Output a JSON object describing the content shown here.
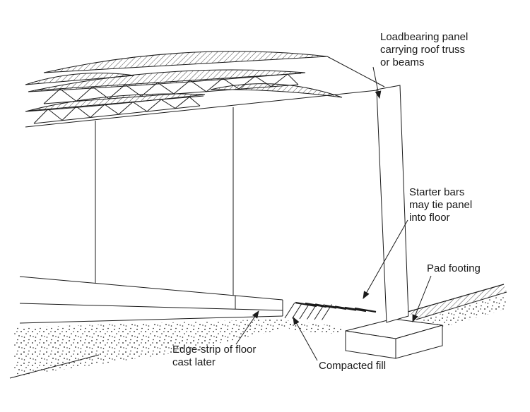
{
  "figure": {
    "background": "#ffffff",
    "ink": "#1a1a1a"
  },
  "labels": {
    "loadbearing": {
      "line1": "Loadbearing panel",
      "line2": "carrying roof truss",
      "line3": "or beams"
    },
    "starter_bars": {
      "line1": "Starter bars",
      "line2": "may tie panel",
      "line3": "into floor"
    },
    "pad_footing": {
      "text": "Pad footing"
    },
    "edge_strip": {
      "line1": "Edge-strip of floor",
      "line2": "cast later"
    },
    "compacted_fill": {
      "text": "Compacted fill"
    }
  }
}
